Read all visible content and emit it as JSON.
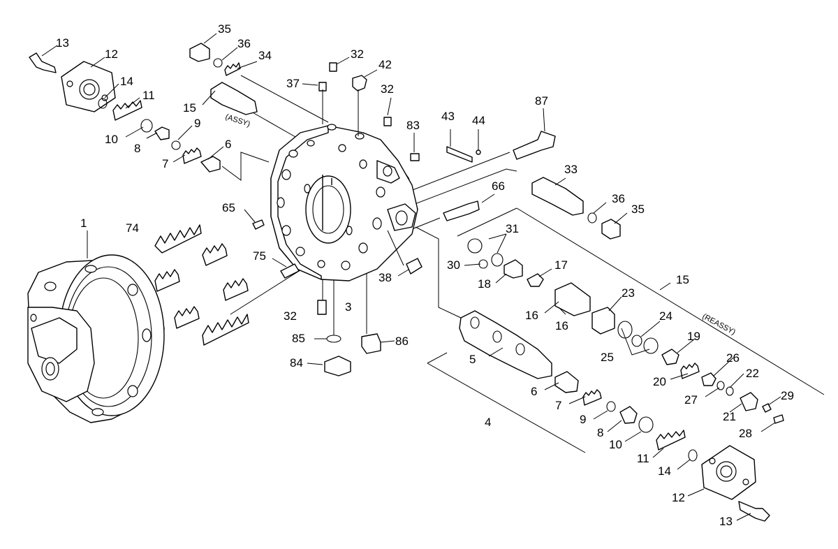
{
  "diagram": {
    "callouts": [
      {
        "id": "c13a",
        "text": "13"
      },
      {
        "id": "c12a",
        "text": "12"
      },
      {
        "id": "c14a",
        "text": "14"
      },
      {
        "id": "c11a",
        "text": "11"
      },
      {
        "id": "c10a",
        "text": "10"
      },
      {
        "id": "c9a",
        "text": "9"
      },
      {
        "id": "c8a",
        "text": "8"
      },
      {
        "id": "c7a",
        "text": "7"
      },
      {
        "id": "c6a",
        "text": "6"
      },
      {
        "id": "c15a",
        "text": "15"
      },
      {
        "id": "c35a",
        "text": "35"
      },
      {
        "id": "c36a",
        "text": "36"
      },
      {
        "id": "c34",
        "text": "34"
      },
      {
        "id": "c37",
        "text": "37"
      },
      {
        "id": "c32a",
        "text": "32"
      },
      {
        "id": "c42",
        "text": "42"
      },
      {
        "id": "c32b",
        "text": "32"
      },
      {
        "id": "c83",
        "text": "83"
      },
      {
        "id": "c43",
        "text": "43"
      },
      {
        "id": "c44",
        "text": "44"
      },
      {
        "id": "c87",
        "text": "87"
      },
      {
        "id": "c33",
        "text": "33"
      },
      {
        "id": "c66",
        "text": "66"
      },
      {
        "id": "c36b",
        "text": "36"
      },
      {
        "id": "c35b",
        "text": "35"
      },
      {
        "id": "c1",
        "text": "1"
      },
      {
        "id": "c74",
        "text": "74"
      },
      {
        "id": "c65",
        "text": "65"
      },
      {
        "id": "c75",
        "text": "75"
      },
      {
        "id": "c31",
        "text": "31"
      },
      {
        "id": "c30",
        "text": "30"
      },
      {
        "id": "c17",
        "text": "17"
      },
      {
        "id": "c18",
        "text": "18"
      },
      {
        "id": "c38",
        "text": "38"
      },
      {
        "id": "c15b",
        "text": "15"
      },
      {
        "id": "c23",
        "text": "23"
      },
      {
        "id": "c16a",
        "text": "16"
      },
      {
        "id": "c16b",
        "text": "16"
      },
      {
        "id": "c32c",
        "text": "32"
      },
      {
        "id": "c3",
        "text": "3"
      },
      {
        "id": "c24",
        "text": "24"
      },
      {
        "id": "c85",
        "text": "85"
      },
      {
        "id": "c86",
        "text": "86"
      },
      {
        "id": "c84",
        "text": "84"
      },
      {
        "id": "c25",
        "text": "25"
      },
      {
        "id": "c19",
        "text": "19"
      },
      {
        "id": "c5",
        "text": "5"
      },
      {
        "id": "c26",
        "text": "26"
      },
      {
        "id": "c20",
        "text": "20"
      },
      {
        "id": "c22",
        "text": "22"
      },
      {
        "id": "c6b",
        "text": "6"
      },
      {
        "id": "c27",
        "text": "27"
      },
      {
        "id": "c7b",
        "text": "7"
      },
      {
        "id": "c29",
        "text": "29"
      },
      {
        "id": "c21",
        "text": "21"
      },
      {
        "id": "c9b",
        "text": "9"
      },
      {
        "id": "c4",
        "text": "4"
      },
      {
        "id": "c28",
        "text": "28"
      },
      {
        "id": "c8b",
        "text": "8"
      },
      {
        "id": "c10b",
        "text": "10"
      },
      {
        "id": "c11b",
        "text": "11"
      },
      {
        "id": "c14b",
        "text": "14"
      },
      {
        "id": "c12b",
        "text": "12"
      },
      {
        "id": "c13b",
        "text": "13"
      }
    ],
    "assy_note": "(ASSY)",
    "reassy_note": "(REASSY)"
  }
}
